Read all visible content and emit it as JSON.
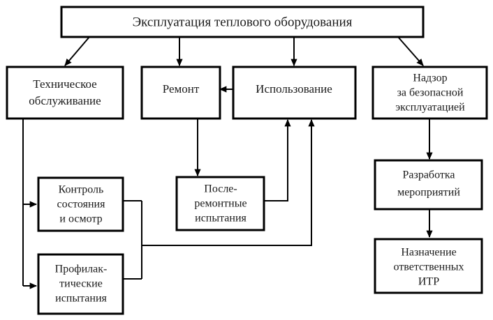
{
  "diagram": {
    "title": "Эксплуатация теплового оборудования",
    "nodes": [
      {
        "id": "root",
        "name": "operation-of-thermal-equipment",
        "lines": [
          "Эксплуатация теплового оборудования"
        ]
      },
      {
        "id": "maintenance",
        "name": "technical-maintenance",
        "lines": [
          "Техническое",
          "обслуживание"
        ]
      },
      {
        "id": "repair",
        "name": "repair",
        "lines": [
          "Ремонт"
        ]
      },
      {
        "id": "usage",
        "name": "usage",
        "lines": [
          "Использование"
        ]
      },
      {
        "id": "supervision",
        "name": "safety-supervision",
        "lines": [
          "Надзор",
          "за безопасной",
          "эксплуатацией"
        ]
      },
      {
        "id": "condition-control",
        "name": "condition-control-and-inspection",
        "lines": [
          "Контроль",
          "состояния",
          "и осмотр"
        ]
      },
      {
        "id": "preventive-tests",
        "name": "preventive-tests",
        "lines": [
          "Профилак-",
          "тические",
          "испытания"
        ]
      },
      {
        "id": "post-repair-tests",
        "name": "post-repair-tests",
        "lines": [
          "После-",
          "ремонтные",
          "испытания"
        ]
      },
      {
        "id": "measures-development",
        "name": "development-of-measures",
        "lines": [
          "Разработка",
          "мероприятий"
        ]
      },
      {
        "id": "responsible-assignment",
        "name": "assignment-of-responsible-engineers",
        "lines": [
          "Назначение",
          "ответственных",
          "ИТР"
        ]
      }
    ],
    "edges": [
      {
        "from": "root",
        "to": "maintenance"
      },
      {
        "from": "root",
        "to": "repair"
      },
      {
        "from": "root",
        "to": "usage"
      },
      {
        "from": "root",
        "to": "supervision"
      },
      {
        "from": "usage",
        "to": "repair"
      },
      {
        "from": "maintenance",
        "to": "condition-control"
      },
      {
        "from": "maintenance",
        "to": "preventive-tests"
      },
      {
        "from": "repair",
        "to": "post-repair-tests"
      },
      {
        "from": "post-repair-tests",
        "to": "usage"
      },
      {
        "from": "condition-control",
        "to": "usage"
      },
      {
        "from": "preventive-tests",
        "to": "usage"
      },
      {
        "from": "supervision",
        "to": "measures-development"
      },
      {
        "from": "measures-development",
        "to": "responsible-assignment"
      }
    ],
    "colors": {
      "background": "#ffffff",
      "border": "#000000",
      "text": "#1a1a1a",
      "connector": "#000000"
    }
  }
}
